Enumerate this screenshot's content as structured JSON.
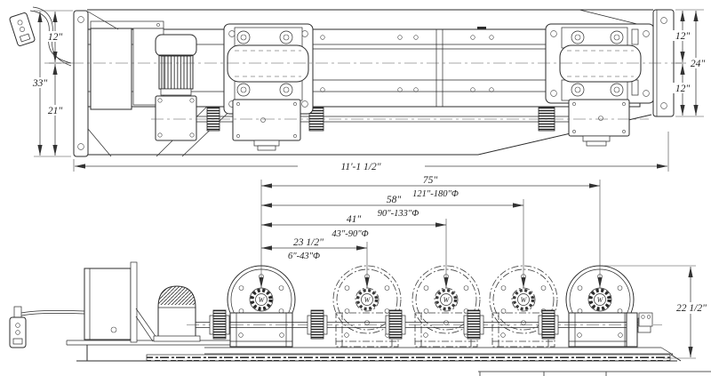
{
  "drawing": {
    "dims": {
      "tl_upper": "12\"",
      "tl_total": "33\"",
      "tl_lower": "21\"",
      "tr_upper": "12\"",
      "tr_mid": "24\"",
      "tr_lower": "12\"",
      "overall_length": "11'-1 1/2\"",
      "front_height": "22 1/2\""
    },
    "roller_positions": [
      {
        "span": "75\"",
        "pipe_diameter_range": "121\"-180\"Φ"
      },
      {
        "span": "58\"",
        "pipe_diameter_range": "90\"-133\"Φ"
      },
      {
        "span": "41\"",
        "pipe_diameter_range": "43\"-90\"Φ"
      },
      {
        "span": "23 1/2\"",
        "pipe_diameter_range": "6\"-43\"Φ"
      }
    ],
    "hub_mark": "W",
    "colors": {
      "line": "#2b2b2b",
      "dim_text": "#222222",
      "background": "#ffffff"
    }
  }
}
